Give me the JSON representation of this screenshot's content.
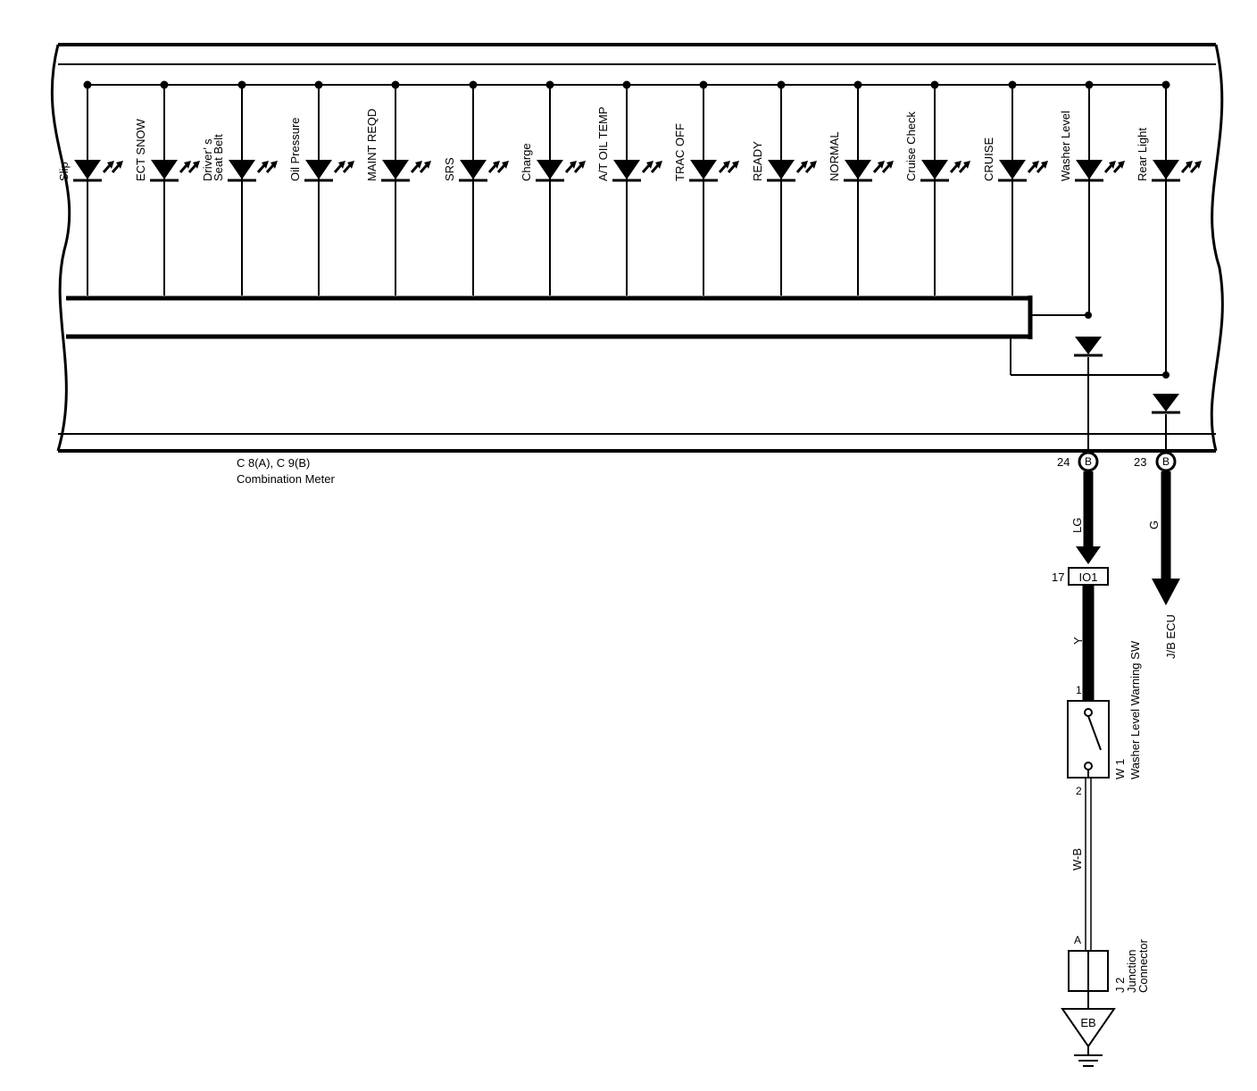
{
  "indicators": [
    {
      "label": "Slip"
    },
    {
      "label": "ECT SNOW"
    },
    {
      "label": "Driver’ s",
      "label2": "Seat Belt"
    },
    {
      "label": "Oil Pressure"
    },
    {
      "label": "MAINT REQD"
    },
    {
      "label": "SRS"
    },
    {
      "label": "Charge"
    },
    {
      "label": "A/T OIL TEMP"
    },
    {
      "label": "TRAC OFF"
    },
    {
      "label": "READY"
    },
    {
      "label": "NORMAL"
    },
    {
      "label": "Cruise Check"
    },
    {
      "label": "CRUISE"
    },
    {
      "label": "Washer Level"
    },
    {
      "label": "Rear Light"
    }
  ],
  "meter": {
    "connector_label": "C 8(A), C 9(B)",
    "name": "Combination Meter"
  },
  "pins": {
    "washer": {
      "number": "24",
      "connector": "B"
    },
    "rear": {
      "number": "23",
      "connector": "B"
    }
  },
  "wires": {
    "washer_meter": "LG",
    "rear_meter": "G",
    "switch_in": "Y",
    "switch_ground": "W-B"
  },
  "junction_io1": {
    "pin": "17",
    "label": "IO1"
  },
  "jb_ecu": {
    "label": "J/B ECU"
  },
  "switch": {
    "pin_top": "1",
    "pin_bottom": "2",
    "code": "W 1",
    "name": "Washer Level Warning SW"
  },
  "junction_connector": {
    "pin": "A",
    "code": "J 2",
    "name_line1": "Junction",
    "name_line2": "Connector"
  },
  "ground": {
    "label": "EB"
  }
}
